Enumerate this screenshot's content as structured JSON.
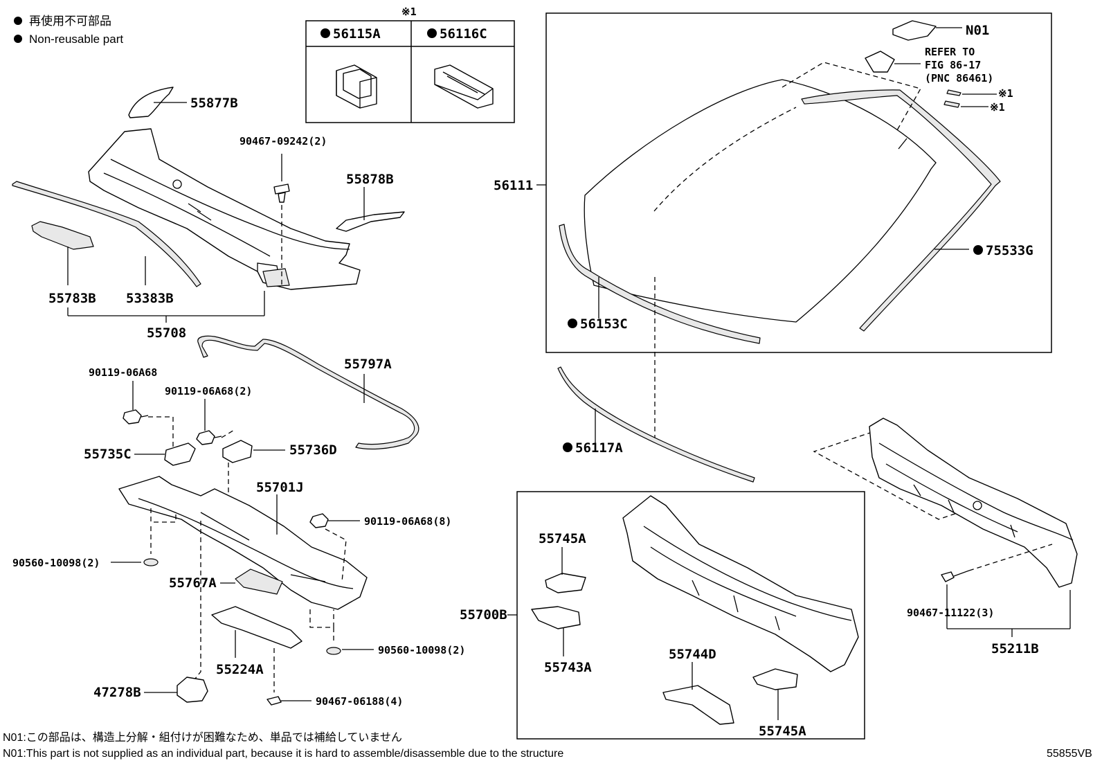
{
  "legend": {
    "jp": "再使用不可部品",
    "en": "Non-reusable part"
  },
  "inset_box": {
    "note_mark": "※1",
    "left_part": "56115A",
    "right_part": "56116C"
  },
  "windshield_box": {
    "n01_label": "N01",
    "refer_line1": "REFER TO",
    "refer_line2": "FIG 86-17",
    "refer_line3": "(PNC 86461)",
    "note_a": "※1",
    "note_b": "※1",
    "glass_label": "56111",
    "seal_right": "75533G",
    "seal_bottom": "56153C"
  },
  "parts": {
    "p55877B": "55877B",
    "p90467_09242": "90467-09242(2)",
    "p55878B": "55878B",
    "p55783B": "55783B",
    "p53383B": "53383B",
    "p55708": "55708",
    "p55797A": "55797A",
    "p90119_06A68": "90119-06A68",
    "p90119_06A68_2": "90119-06A68(2)",
    "p55735C": "55735C",
    "p55736D": "55736D",
    "p55701J": "55701J",
    "p90119_06A68_8": "90119-06A68(8)",
    "p90560_10098_2a": "90560-10098(2)",
    "p55767A": "55767A",
    "p90560_10098_2b": "90560-10098(2)",
    "p55224A": "55224A",
    "p47278B": "47278B",
    "p90467_06188": "90467-06188(4)",
    "p56117A": "56117A",
    "p55700B": "55700B",
    "p55745A_top": "55745A",
    "p55743A": "55743A",
    "p55744D": "55744D",
    "p55745A_bottom": "55745A",
    "p90467_11122": "90467-11122(3)",
    "p55211B": "55211B"
  },
  "footer": {
    "jp_note": "N01:この部品は、構造上分解・組付けが困難なため、単品では補給していません",
    "en_note": "N01:This part is not supplied as an individual part, because it is hard to assemble/disassemble due to the structure",
    "figure_code": "55855VB"
  }
}
